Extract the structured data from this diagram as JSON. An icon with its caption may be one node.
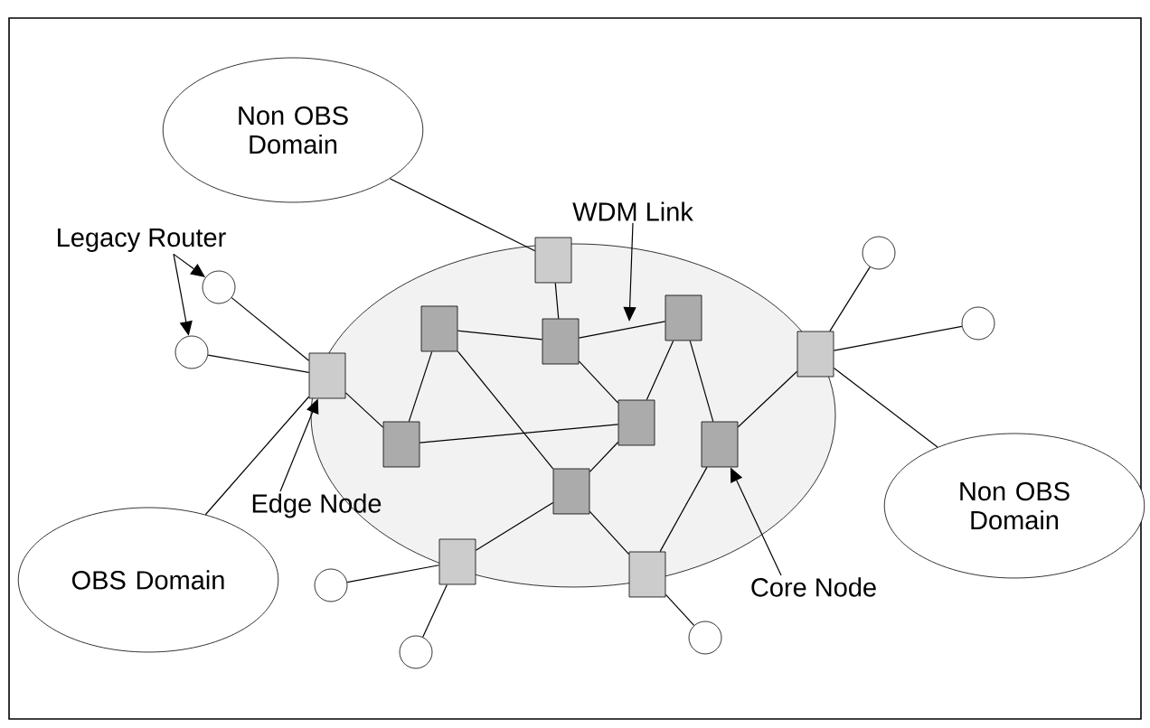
{
  "diagram": {
    "nodes": [
      {
        "text": [
          "Non OBS Domain"
        ]
      },
      {
        "text": [
          "Legacy Router"
        ]
      },
      {
        "text": [
          "WDM Link"
        ]
      },
      {
        "text": [],
        "shape": "circle"
      },
      {
        "text": [],
        "shape": "box"
      },
      {
        "text": [],
        "shape": "circle"
      },
      {
        "text": [],
        "shape": "box"
      },
      {
        "text": [],
        "shape": "circle"
      },
      {
        "text": [],
        "shape": "box"
      },
      {
        "text": [],
        "shape": "box"
      },
      {
        "text": [],
        "shape": "circle"
      },
      {
        "text": [],
        "shape": "box"
      },
      {
        "text": [],
        "shape": "box"
      },
      {
        "text": [],
        "shape": "box"
      },
      {
        "text": [],
        "shape": "box"
      },
      {
        "text": [],
        "shape": "box"
      },
      {
        "text": [],
        "shape": "box"
      },
      {
        "text": [
          "Edge Node"
        ]
      },
      {
        "text": [
          "Non OBS Domain"
        ]
      },
      {
        "text": [],
        "shape": "box"
      },
      {
        "text": [],
        "shape": "box"
      },
      {
        "text": [
          "OBS Domain"
        ]
      },
      {
        "text": [],
        "shape": "circle"
      },
      {
        "text": [
          "Core Node"
        ]
      },
      {
        "text": [],
        "shape": "circle"
      },
      {
        "text": [],
        "shape": "circle"
      }
    ],
    "edges": [
      {
        "from": 0,
        "to": 4,
        "arrow": "none"
      },
      {
        "from": 21,
        "to": 12,
        "arrow": "none"
      },
      {
        "from": 18,
        "to": 11,
        "arrow": "none"
      },
      {
        "from": 5,
        "to": 12,
        "arrow": "none"
      },
      {
        "from": 10,
        "to": 12,
        "arrow": "none"
      },
      {
        "from": 3,
        "to": 11,
        "arrow": "none"
      },
      {
        "from": 7,
        "to": 11,
        "arrow": "none"
      },
      {
        "from": 22,
        "to": 19,
        "arrow": "none"
      },
      {
        "from": 25,
        "to": 19,
        "arrow": "none"
      },
      {
        "from": 24,
        "to": 20,
        "arrow": "none"
      },
      {
        "from": 4,
        "to": 9,
        "arrow": "none"
      },
      {
        "from": 8,
        "to": 9,
        "arrow": "none"
      },
      {
        "from": 9,
        "to": 6,
        "arrow": "none"
      },
      {
        "from": 12,
        "to": 14,
        "arrow": "none"
      },
      {
        "from": 8,
        "to": 14,
        "arrow": "none"
      },
      {
        "from": 8,
        "to": 16,
        "arrow": "none"
      },
      {
        "from": 14,
        "to": 13,
        "arrow": "none"
      },
      {
        "from": 9,
        "to": 13,
        "arrow": "none"
      },
      {
        "from": 6,
        "to": 13,
        "arrow": "none"
      },
      {
        "from": 6,
        "to": 15,
        "arrow": "none"
      },
      {
        "from": 11,
        "to": 15,
        "arrow": "none"
      },
      {
        "from": 13,
        "to": 16,
        "arrow": "none"
      },
      {
        "from": 16,
        "to": 19,
        "arrow": "none"
      },
      {
        "from": 16,
        "to": 20,
        "arrow": "none"
      },
      {
        "from": 15,
        "to": 20,
        "arrow": "none"
      },
      {
        "from": 1,
        "to": 5,
        "arrow": "to"
      },
      {
        "from": 1,
        "to": 10,
        "arrow": "to"
      },
      {
        "from": 2,
        "to": null,
        "arrow": "to"
      },
      {
        "from": 17,
        "to": 12,
        "arrow": "to"
      },
      {
        "from": 23,
        "to": 15,
        "arrow": "to"
      }
    ]
  }
}
